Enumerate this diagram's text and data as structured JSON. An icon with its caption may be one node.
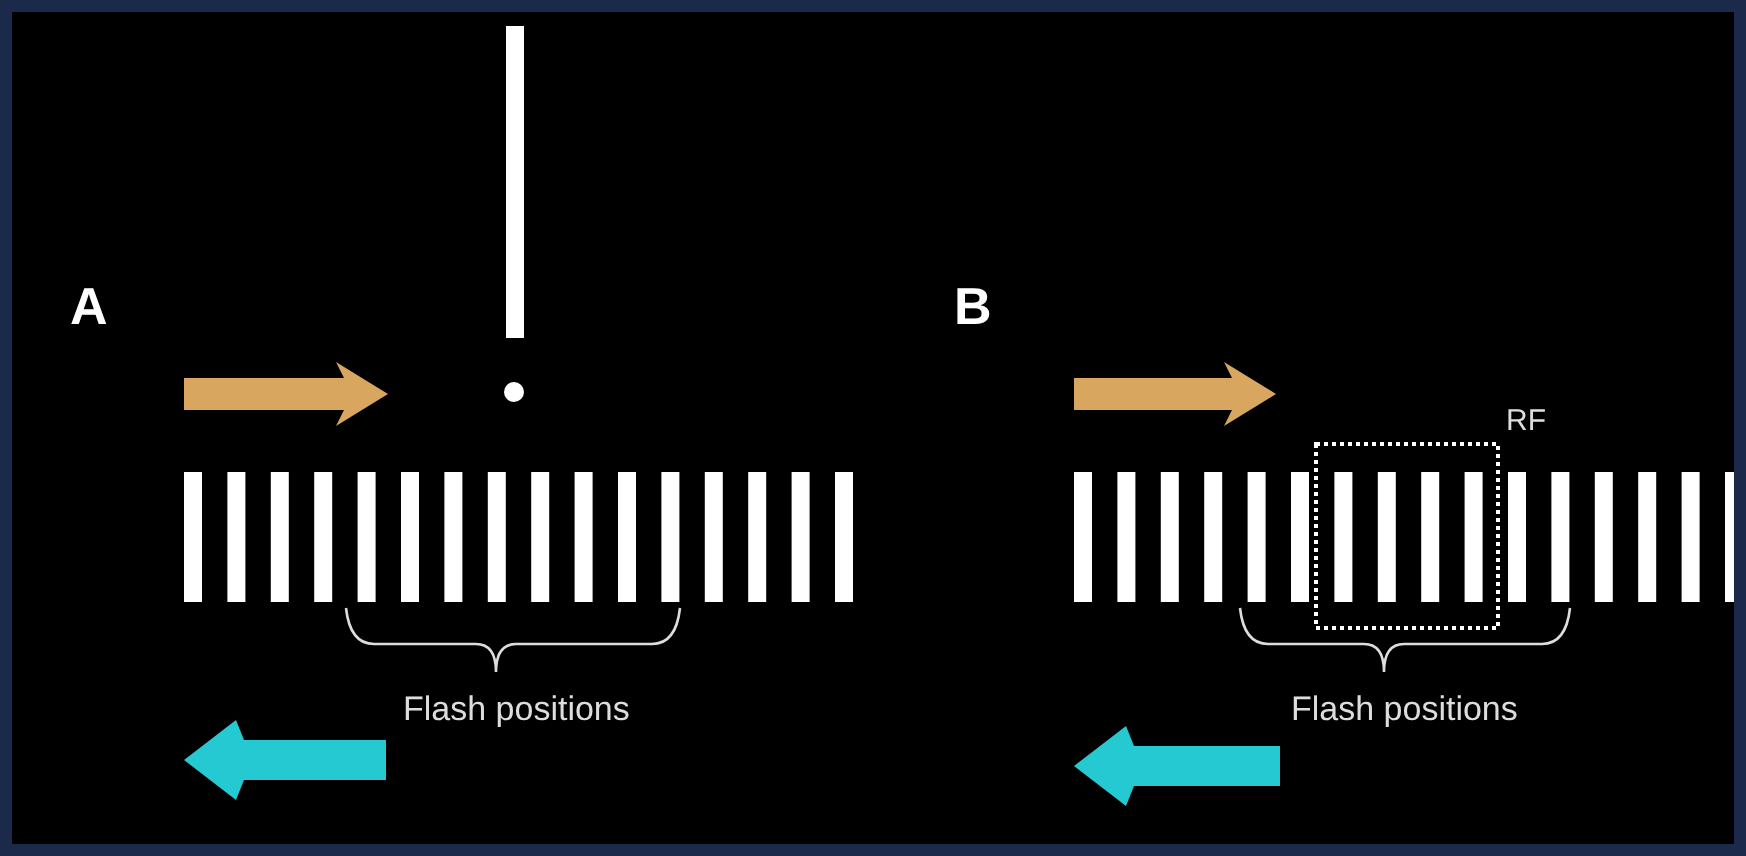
{
  "diagram": {
    "nodes": [
      {
        "text": [
          "RF"
        ]
      }
    ],
    "edges": [],
    "labels": [
      "A",
      "B",
      "Flash positions",
      "Flash positions"
    ]
  }
}
